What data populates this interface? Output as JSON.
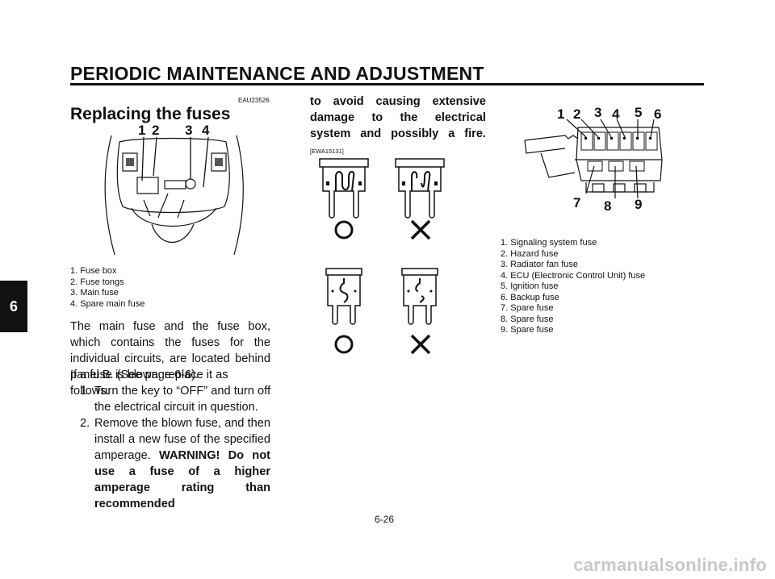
{
  "header": {
    "title": "PERIODIC MAINTENANCE AND ADJUSTMENT"
  },
  "chapter_tab": "6",
  "section": {
    "code": "EAU23526",
    "title": "Replacing the fuses"
  },
  "figure1": {
    "callouts": [
      "1",
      "2",
      "3",
      "4"
    ],
    "captions": [
      "1. Fuse box",
      "2. Fuse tongs",
      "3. Main fuse",
      "4. Spare main fuse"
    ]
  },
  "body": {
    "paragraph1": "The main fuse and the fuse box, which contains the fuses for the individual circuits, are located behind panel B. (See page 6-6).",
    "paragraph2": "If a fuse is blown, replace it as follows.",
    "steps": [
      {
        "num": "1.",
        "text": "Turn the key to “OFF” and turn off the electrical circuit in question."
      },
      {
        "num": "2.",
        "text": "Remove the blown fuse, and then install a new fuse of the specified amperage.",
        "warning": "WARNING! Do not use a fuse of a higher amperage rating than recommended"
      }
    ]
  },
  "warning_continued": {
    "text": "to avoid causing extensive damage to the electrical system and possibly a fire.",
    "code": "[EWA15131]"
  },
  "fuse_symbols": {
    "ok": "good-fuse-circle",
    "bad": "blown-fuse-cross"
  },
  "figure3": {
    "callouts_top": [
      "1",
      "2",
      "3",
      "4",
      "5",
      "6"
    ],
    "callouts_bottom": [
      "7",
      "8",
      "9"
    ],
    "captions": [
      "1. Signaling system fuse",
      "2. Hazard fuse",
      "3. Radiator fan fuse",
      "4. ECU (Electronic Control Unit) fuse",
      "5. Ignition fuse",
      "6. Backup fuse",
      "7. Spare fuse",
      "8. Spare fuse",
      "9. Spare fuse"
    ]
  },
  "page_number": "6-26",
  "watermark": "carmanualsonline.info"
}
